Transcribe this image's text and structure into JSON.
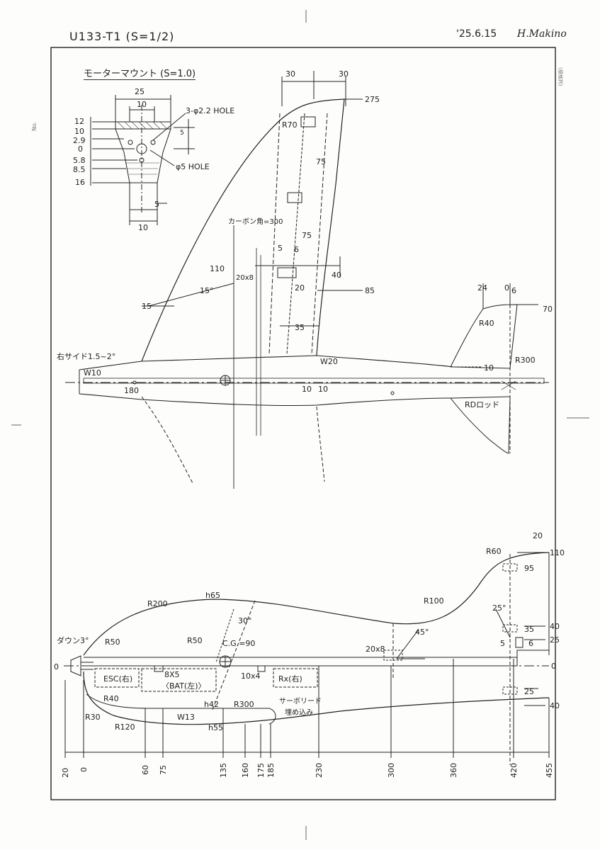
{
  "header": {
    "title": "U133-T1 (S=1/2)",
    "date": "'25.6.15",
    "author": "H.Makino",
    "no_label": "No.",
    "stamp": "(規格判)"
  },
  "motor_mount": {
    "title": "モーターマウント (S=1.0)",
    "dims": [
      "25",
      "10",
      "12",
      "10",
      "2.9",
      "0",
      "5.8",
      "8.5",
      "16",
      "5",
      "10",
      "5"
    ],
    "hole_small": "3-φ2.2 HOLE",
    "hole_center": "φ5 HOLE"
  },
  "plan_view": {
    "labels": {
      "r70": "R70",
      "dim30a": "30",
      "dim30b": "30",
      "dim275": "275",
      "dim75a": "75",
      "dim75b": "75",
      "carbon": "カーボン角=300",
      "dim5": "5",
      "dim6": "6",
      "dim110": "110",
      "dim20x8": "20x8",
      "dim40": "40",
      "dim20": "20",
      "dim85": "85",
      "dim15": "15°",
      "dim15b": "15",
      "dim35": "35",
      "right_side": "右サイド1.5~2°",
      "w10": "W10",
      "dim180": "180",
      "w20": "W20",
      "dim10a": "10",
      "dim10b": "10",
      "dim10c": "10",
      "dim24": "24",
      "dim0": "0",
      "dim6b": "6",
      "dim70": "70",
      "r40": "R40",
      "r300": "R300",
      "rd_rod": "RDロッド"
    }
  },
  "side_view": {
    "labels": {
      "dim20": "20",
      "r60": "R60",
      "dim110": "110",
      "dim95": "95",
      "r200": "R200",
      "h65": "h65",
      "r100": "R100",
      "dim25deg": "25°",
      "dim40a": "40",
      "dim30deg": "30°",
      "dim45deg": "45°",
      "dim35": "35",
      "down_thrust": "ダウン3°",
      "r50a": "R50",
      "r50b": "R50",
      "cg": "C.G.=90",
      "dim20x8": "20x8",
      "dim5": "5",
      "dim6": "6",
      "dim25a": "25",
      "dim0a": "0",
      "dim0b": "0",
      "esc": "ESC(右)",
      "dim8x5": "8X5",
      "bat": "〈BAT(左)〉",
      "dim10x4": "10x4",
      "rx": "Rx(右)",
      "dim25b": "25",
      "r40": "R40",
      "h42": "h42",
      "r300": "R300",
      "servo": "サーボリード",
      "umekomi": "埋め込み",
      "dim40b": "40",
      "r30": "R30",
      "w13": "W13",
      "r120": "R120",
      "h55": "h55"
    },
    "x_ticks": [
      "20",
      "0",
      "60",
      "75",
      "135",
      "160",
      "175",
      "185",
      "230",
      "300",
      "360",
      "420",
      "455"
    ]
  }
}
